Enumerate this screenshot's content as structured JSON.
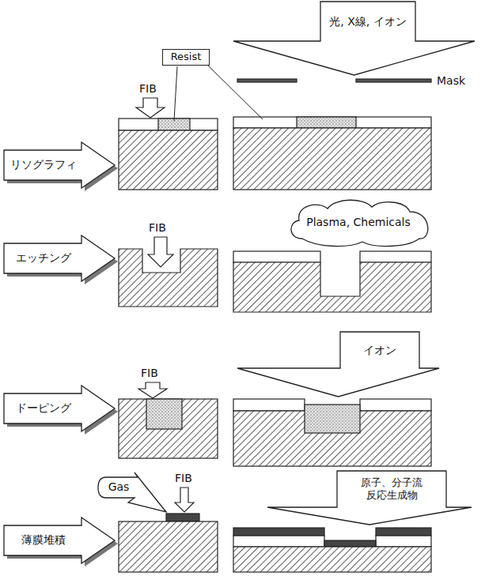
{
  "diagram": {
    "nodes": [
      {
        "text": [
          "リソグラフィ"
        ]
      },
      {
        "text": [
          "光, X線, イオン"
        ]
      },
      {
        "text": [
          "Resist"
        ]
      },
      {
        "text": [
          "エッチング"
        ]
      },
      {
        "text": [
          "Plasma, Chemicals"
        ]
      },
      {
        "text": [
          "ドーピング"
        ]
      },
      {
        "text": [
          "イオン"
        ]
      },
      {
        "text": [
          "薄膜堆積"
        ]
      },
      {
        "text": [
          "Gas"
        ]
      },
      {
        "text": [
          "原子、分子流 反応生成物"
        ]
      }
    ],
    "labels": [
      "FIB",
      "Mask",
      "FIB",
      "FIB",
      "FIB"
    ]
  }
}
